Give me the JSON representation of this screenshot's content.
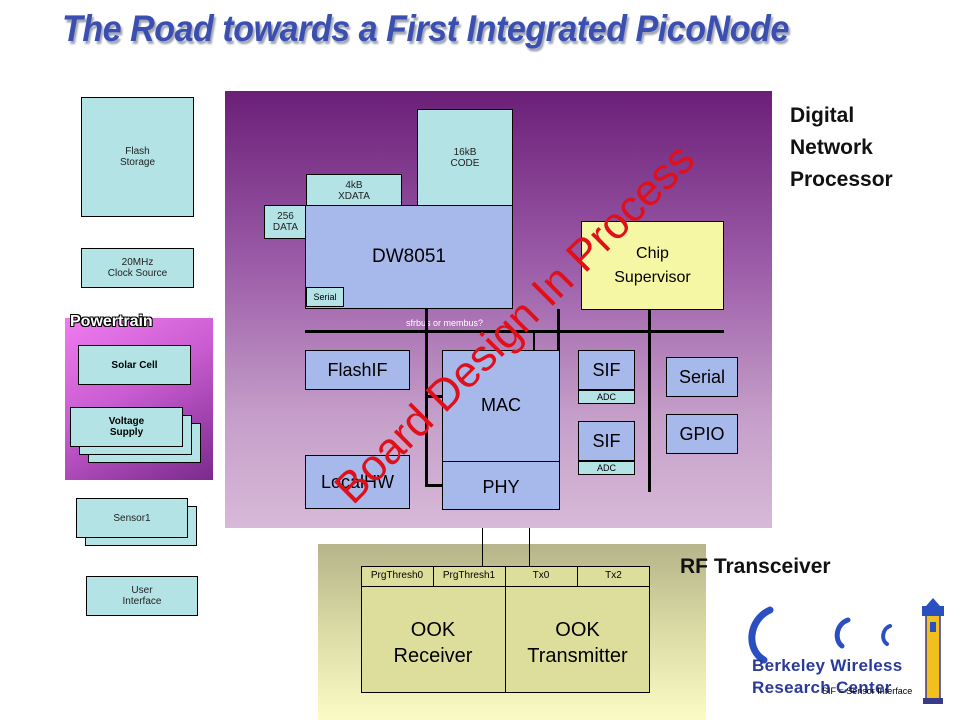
{
  "title": "The Road towards a First Integrated PicoNode",
  "left_column": {
    "flash_storage": "Flash\nStorage",
    "clock_source": "20MHz\nClock Source",
    "powertrain_label": "Powertrain",
    "solar_cell": "Solar Cell",
    "voltage_supply": "Voltage\nSupply",
    "sensor": "Sensor1",
    "user_interface": "User\nInterface"
  },
  "dnp": {
    "code": "16kB\nCODE",
    "xdata": "4kB\nXDATA",
    "data": "256\nDATA",
    "cpu": "DW8051",
    "serial_port": "Serial",
    "bus_label": "sfrbus or membus?",
    "chip_supervisor": "Chip\nSupervisor",
    "flashif": "FlashIF",
    "mac": "MAC",
    "phy": "PHY",
    "localhw": "LocalHW",
    "sif1": "SIF",
    "adc1": "ADC",
    "sif2": "SIF",
    "adc2": "ADC",
    "serial": "Serial",
    "gpio": "GPIO"
  },
  "digital_network_processor": "Digital\nNetwork\nProcessor",
  "rf_transceiver": "RF Transceiver",
  "rf": {
    "prg0": "PrgThresh0",
    "prg1": "PrgThresh1",
    "tx0": "Tx0",
    "tx2": "Tx2",
    "ook_rx": "OOK\nReceiver",
    "ook_tx": "OOK\nTransmitter"
  },
  "overlay_text": "Board Design In Process",
  "logo": {
    "line1": "Berkeley Wireless",
    "line2": "Research Center"
  },
  "footnote": "SIF = Sensor Interface"
}
